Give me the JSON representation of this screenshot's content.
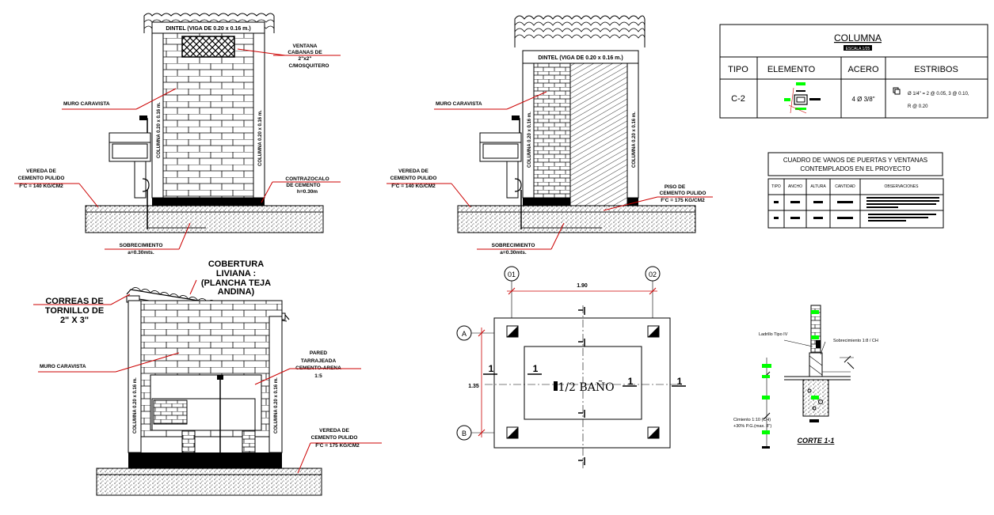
{
  "drawing": {
    "elev1": {
      "dintel": "DINTEL (VIGA DE 0.20 x 0.16 m.)",
      "ventana_l1": "VENTANA",
      "ventana_l2": "CABANAS DE",
      "ventana_l3": "2\"x2\"",
      "ventana_l4": "C/MOSQUITERO",
      "muro": "MURO CARAVISTA",
      "columna_l": "COLUMNA 0.20 x 0.16 m.",
      "columna_r": "COLUMNA 0.20 x 0.16 m.",
      "vereda_l1": "VEREDA DE",
      "vereda_l2": "CEMENTO PULIDO",
      "vereda_l3": "F'C = 140 KG/CM2",
      "contra_l1": "CONTRAZOCALO",
      "contra_l2": "DE CEMENTO",
      "contra_l3": "h=0.30m",
      "sobre_l1": "SOBRECIMIENTO",
      "sobre_l2": "a=0.30mts."
    },
    "elev2": {
      "dintel": "DINTEL (VIGA DE 0.20 x 0.16 m.)",
      "muro": "MURO CARAVISTA",
      "columna_l": "COLUMNA 0.20 x 0.16 m.",
      "columna_r": "COLUMNA 0.20 x 0.16 m.",
      "vereda_l1": "VEREDA DE",
      "vereda_l2": "CEMENTO PULIDO",
      "vereda_l3": "F'C = 140 KG/CM2",
      "piso_l1": "PISO DE",
      "piso_l2": "CEMENTO PULIDO",
      "piso_l3": "F'C = 175 KG/CM2",
      "sobre_l1": "SOBRECIMIENTO",
      "sobre_l2": "a=0.30mts."
    },
    "elev3": {
      "cobertura_l1": "COBERTURA",
      "cobertura_l2": "LIVIANA :",
      "cobertura_l3": "(PLANCHA TEJA",
      "cobertura_l4": "ANDINA)",
      "correas_l1": "CORREAS DE",
      "correas_l2": "TORNILLO DE",
      "correas_l3": "2\" X 3\"",
      "muro": "MURO CARAVISTA",
      "pared_l1": "PARED",
      "pared_l2": "TARRAJEADA",
      "pared_l3": "CEMENTO-ARENA",
      "pared_l4": "1:5",
      "columna_l": "COLUMNA 0.20 x 0.16 m.",
      "columna_r": "COLUMNA 0.20 x 0.16 m.",
      "vereda_l1": "VEREDA DE",
      "vereda_l2": "CEMENTO PULIDO",
      "vereda_l3": "F'C = 175 KG/CM2"
    },
    "plan": {
      "axis_01": "01",
      "axis_02": "02",
      "axis_a": "A",
      "axis_b": "B",
      "dim_h": "1.90",
      "dim_v": "1.35",
      "section_mark": "1",
      "room": "1/2 BAÑO"
    },
    "columna_table": {
      "title": "COLUMNA",
      "subtitle": "ESCALA 1/25",
      "h_tipo": "TIPO",
      "h_elemento": "ELEMENTO",
      "h_acero": "ACERO",
      "h_estribos": "ESTRIBOS",
      "tipo": "C-2",
      "acero": "4 Ø 3/8\"",
      "estribos_l1": "Ø 1/4\" = 2 @ 0.05, 3 @ 0.10,",
      "estribos_l2": "R @ 0.20"
    },
    "vanos_table": {
      "title_l1": "CUADRO DE VANOS DE PUERTAS Y VENTANAS",
      "title_l2": "CONTEMPLADOS EN EL PROYECTO",
      "h_tipo": "TIPO",
      "h_ancho": "ANCHO",
      "h_altura": "ALTURA",
      "h_cantidad": "CANTIDAD",
      "h_obs": "OBSERVACIONES"
    },
    "corte": {
      "ladrillo": "Ladrillo Tipo IV",
      "sobrecimiento": "Sobrecimiento 1:8 / CH",
      "cimiento_l1": "Cimiento 1:10 (CH)",
      "cimiento_l2": "+30% P.G.(max. 8\")",
      "title": "CORTE 1-1"
    },
    "colors": {
      "line": "#000000",
      "accent_red": "#cc0000",
      "marker_green": "#00ff00"
    }
  }
}
